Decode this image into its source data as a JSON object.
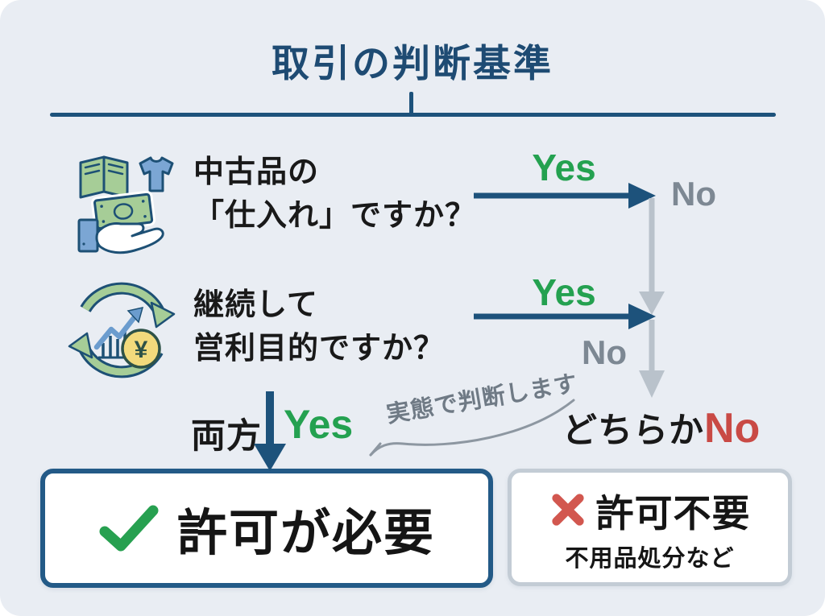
{
  "title": "取引の判断基準",
  "flow": {
    "questions": [
      {
        "line1": "中古品の",
        "line2": "「仕入れ」ですか？",
        "yes_label": "Yes",
        "no_label": "No"
      },
      {
        "line1": "継続して",
        "line2": "営利目的ですか？",
        "yes_label": "Yes",
        "no_label": "No"
      }
    ],
    "both_yes_prefix": "両方",
    "both_yes_label": "Yes",
    "either_no_prefix": "どちらか",
    "either_no_label": "No",
    "note": "実態で判断します"
  },
  "results": {
    "required": {
      "label": "許可が必要",
      "icon": "checkmark-icon"
    },
    "not_required": {
      "label": "許可不要",
      "subtext": "不用品処分など",
      "icon": "cross-icon"
    }
  },
  "icons": {
    "question1": "secondhand-goods-in-hand-icon",
    "question2": "profit-cycle-icon"
  },
  "colors": {
    "background": "#e9edf3",
    "navy": "#1d527b",
    "green": "#24a150",
    "red": "#c94a45",
    "gray_no": "#7d8893",
    "gray_arrow": "#b9c2cb",
    "coin_yellow": "#f2da7c"
  }
}
